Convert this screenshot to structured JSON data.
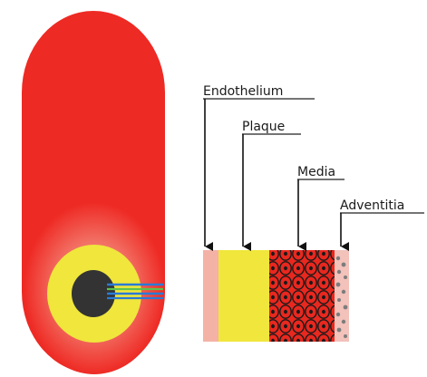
{
  "labels": {
    "endothelium": "Endothelium",
    "plaque": "Plaque",
    "media": "Media",
    "adventitia": "Adventitia"
  },
  "colors": {
    "vessel_red": "#ee2a24",
    "vessel_glow": "#f0665c",
    "endothelium_pink": "#f4b2a6",
    "plaque_yellow": "#f0e63c",
    "media_red": "#e8281f",
    "media_pattern": "#1a1a1a",
    "adventitia_pink": "#f2c2bb",
    "lumen_dark": "#333333",
    "wire_blue": "#2a7bd6",
    "wire_green": "#5cc24e"
  }
}
